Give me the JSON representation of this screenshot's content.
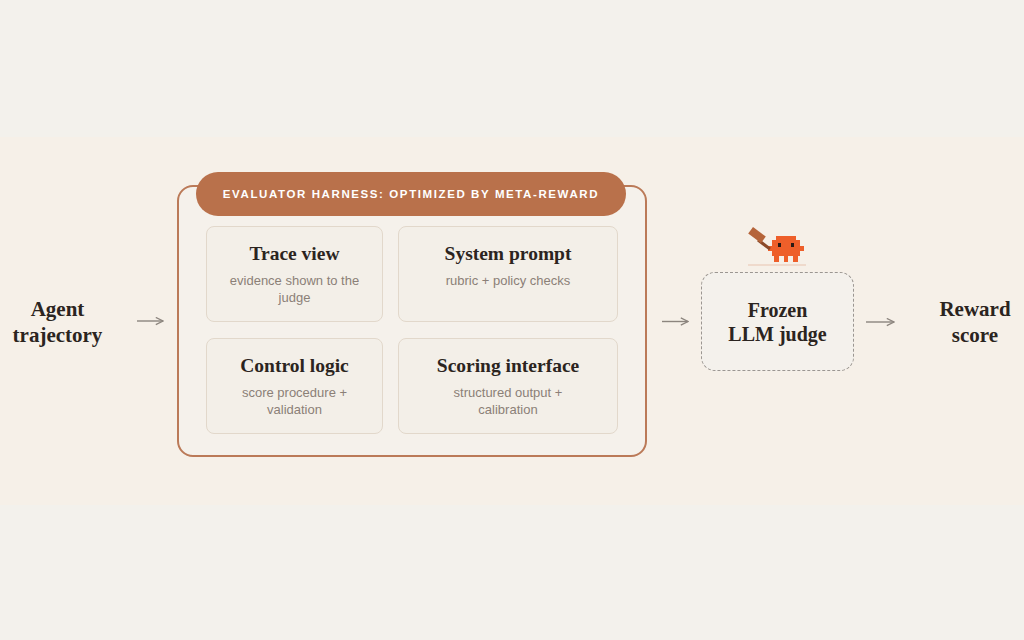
{
  "diagram": {
    "nodes": [
      {
        "text": [
          "Agent trajectory"
        ]
      },
      {
        "text": [
          "EVALUATOR HARNESS: OPTIMIZED BY META-REWARD"
        ]
      },
      {
        "text": [
          "Trace view",
          "evidence shown to the judge"
        ],
        "in": 1
      },
      {
        "text": [
          "System prompt",
          "rubric + policy checks"
        ],
        "in": 1
      },
      {
        "text": [
          "Control logic",
          "score procedure + validation"
        ],
        "in": 1
      },
      {
        "text": [
          "Scoring interface",
          "structured output + calibration"
        ],
        "in": 1
      },
      {
        "text": [
          "Frozen LLM judge"
        ]
      },
      {
        "text": [
          "Reward score"
        ]
      }
    ],
    "edges": [
      {
        "from": 0,
        "to": 1,
        "arrow": "to"
      },
      {
        "from": 1,
        "to": 6,
        "arrow": "to"
      },
      {
        "from": 6,
        "to": 7,
        "arrow": "to"
      }
    ]
  }
}
